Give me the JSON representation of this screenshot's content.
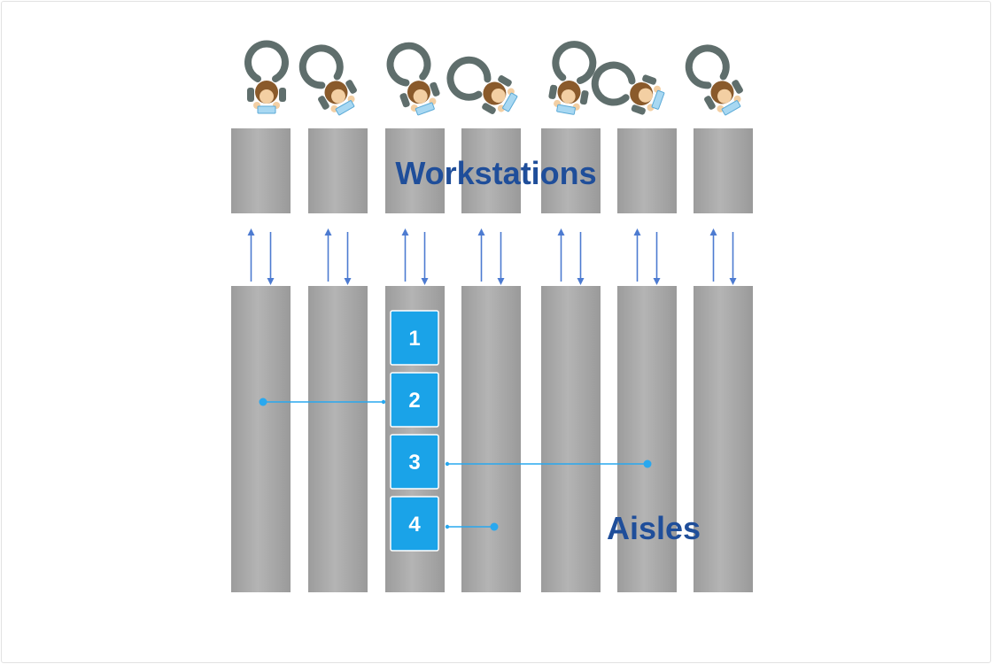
{
  "labels": {
    "workstations": "Workstations",
    "aisles": "Aisles"
  },
  "bins": [
    "1",
    "2",
    "3",
    "4"
  ],
  "workstation_count": 7,
  "aisle_count": 7,
  "colors": {
    "rack": "#a6a6a6",
    "bin": "#1aa3e8",
    "label": "#1f4e9a",
    "arrow": "#4d7bd1",
    "connector": "#29a8ef",
    "skin": "#f3cfa3",
    "hair": "#8a5a2b",
    "chair": "#5f6e6c",
    "screen": "#a8d8f2"
  }
}
